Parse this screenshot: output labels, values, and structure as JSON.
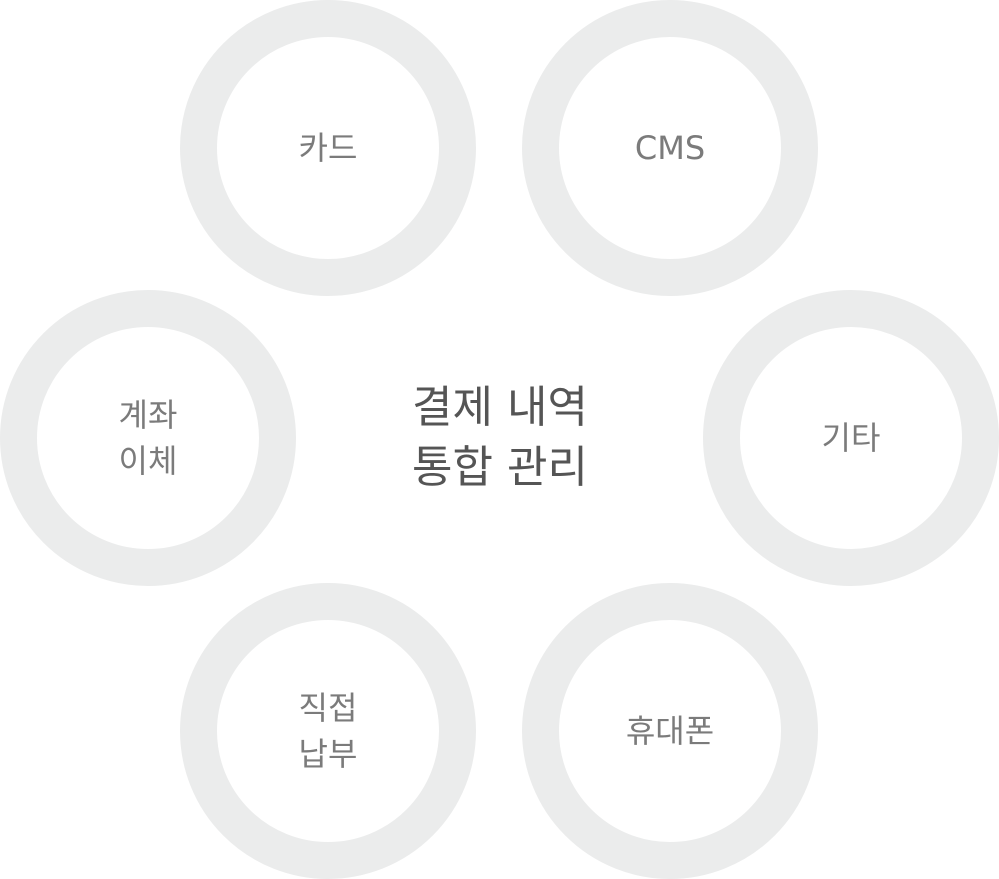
{
  "center": {
    "title": "결제 내역\n통합 관리"
  },
  "items": {
    "card": "카드",
    "cms": "CMS",
    "bank_transfer": "계좌\n이체",
    "other": "기타",
    "direct_payment": "직접\n납부",
    "mobile": "휴대폰"
  },
  "colors": {
    "ring": "#ebecec",
    "label": "#7b7b7b",
    "title": "#555555",
    "background": "#ffffff"
  }
}
